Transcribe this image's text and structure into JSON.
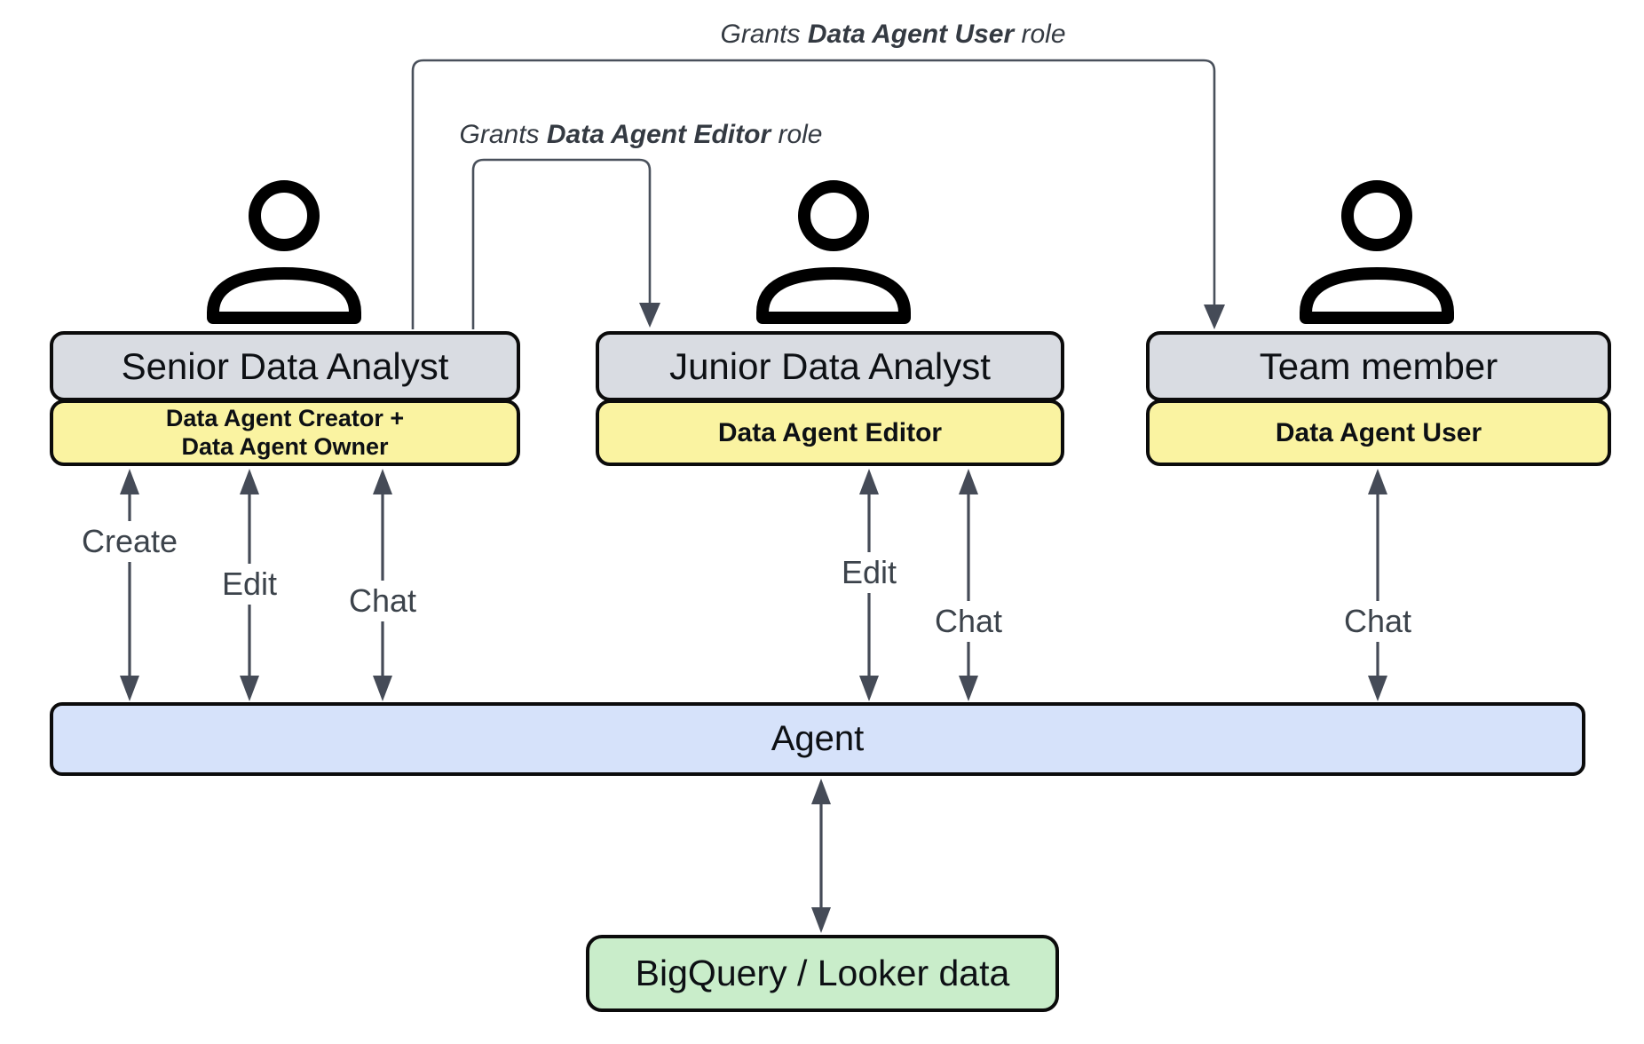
{
  "grant_labels": [
    {
      "prefix": "Grants ",
      "emphasis": "Data Agent User",
      "suffix": " role"
    },
    {
      "prefix": "Grants ",
      "emphasis": "Data Agent Editor",
      "suffix": " role"
    }
  ],
  "actors": [
    {
      "title": "Senior Data Analyst",
      "role_line1": "Data Agent Creator +",
      "role_line2": "Data Agent Owner",
      "actions": [
        "Create",
        "Edit",
        "Chat"
      ]
    },
    {
      "title": "Junior Data Analyst",
      "role_line1": "Data Agent Editor",
      "role_line2": "",
      "actions": [
        "Edit",
        "Chat"
      ]
    },
    {
      "title": "Team member",
      "role_line1": "Data Agent User",
      "role_line2": "",
      "actions": [
        "Chat"
      ]
    }
  ],
  "agent": {
    "label": "Agent"
  },
  "datasource": {
    "label": "BigQuery / Looker data"
  },
  "colors": {
    "actor_box_fill": "#d9dce2",
    "role_box_fill": "#faf3a1",
    "agent_fill": "#d6e2fa",
    "datasource_fill": "#c9edca",
    "box_border": "#0b0b0b",
    "connector_line": "#49505b",
    "arrowhead": "#454b57",
    "grant_text": "#343a42",
    "action_text": "#3c434b"
  }
}
